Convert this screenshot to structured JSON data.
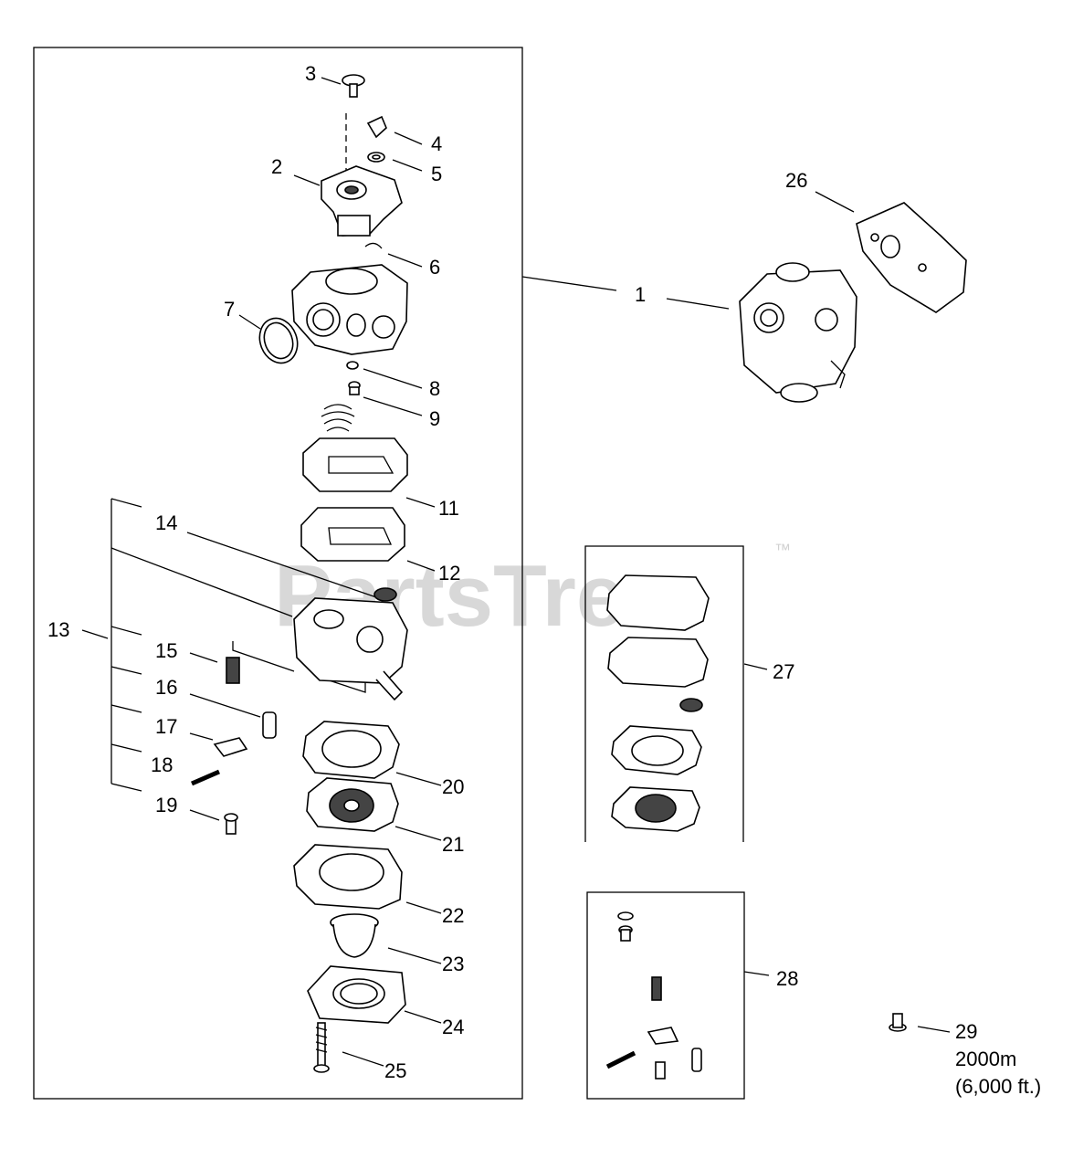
{
  "watermark": {
    "text": "PartsTree",
    "tm": "™"
  },
  "labels": {
    "n1": "1",
    "n2": "2",
    "n3": "3",
    "n4": "4",
    "n5": "5",
    "n6": "6",
    "n7": "7",
    "n8": "8",
    "n9": "9",
    "n11": "11",
    "n12": "12",
    "n13": "13",
    "n14": "14",
    "n15": "15",
    "n16": "16",
    "n17": "17",
    "n18": "18",
    "n19": "19",
    "n20": "20",
    "n21": "21",
    "n22": "22",
    "n23": "23",
    "n24": "24",
    "n25": "25",
    "n26": "26",
    "n27": "27",
    "n28": "28",
    "n29": "29"
  },
  "note29": {
    "line1": "2000m",
    "line2": "(6,000 ft.)"
  }
}
